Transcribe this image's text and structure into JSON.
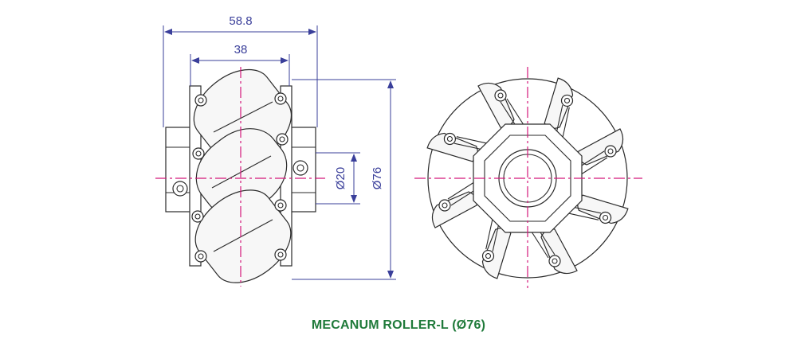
{
  "drawing": {
    "dimensions": {
      "overall_width": "58.8",
      "roller_width": "38",
      "hub_bore": "Ø20",
      "wheel_diameter": "Ø76"
    },
    "caption": "MECANUM ROLLER-L (Ø76)",
    "colors": {
      "dimension_line": "#3a3f9a",
      "center_line": "#d4177a",
      "outline": "#2a2a2a",
      "caption": "#1f7a3a"
    }
  }
}
